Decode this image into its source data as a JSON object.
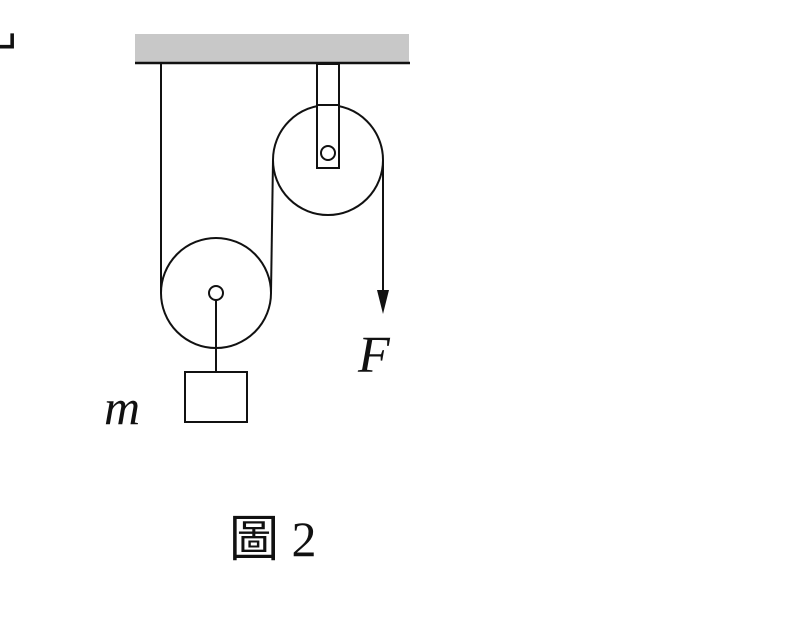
{
  "fragment": "␣",
  "labels": {
    "mass": "m",
    "force": "F",
    "caption": "圖 2"
  },
  "colors": {
    "ceiling": "#c8c8c8",
    "line": "#111111",
    "background": "#ffffff"
  }
}
